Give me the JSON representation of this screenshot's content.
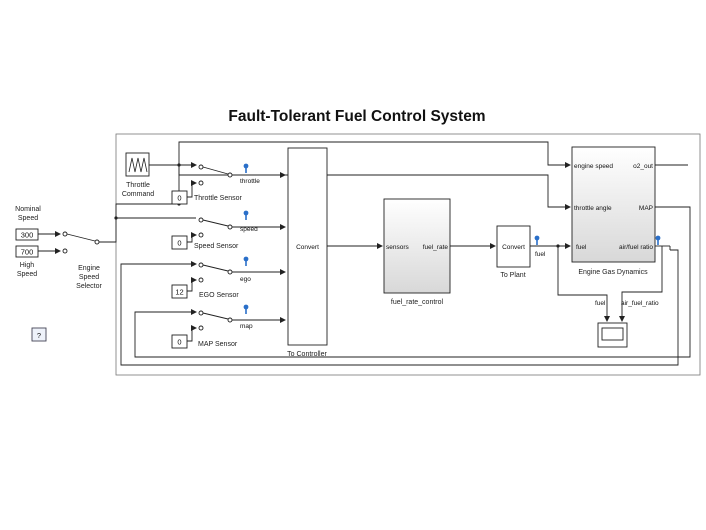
{
  "title": "Fault-Tolerant Fuel Control System",
  "engine_speed": {
    "nominal_label_1": "Nominal",
    "nominal_label_2": "Speed",
    "nominal_value": "300",
    "high_value": "700",
    "high_label_1": "High",
    "high_label_2": "Speed",
    "selector_label_1": "Engine",
    "selector_label_2": "Speed",
    "selector_label_3": "Selector"
  },
  "throttle": {
    "command_label_1": "Throttle",
    "command_label_2": "Command",
    "sensor_value": "0",
    "sensor_label": "Throttle Sensor",
    "signal_label": "throttle"
  },
  "speed_sensor": {
    "value": "0",
    "label": "Speed Sensor",
    "signal_label": "speed"
  },
  "ego_sensor": {
    "value": "12",
    "label": "EGO Sensor",
    "signal_label": "ego"
  },
  "map_sensor": {
    "value": "0",
    "label": "MAP Sensor",
    "signal_label": "map"
  },
  "to_controller": {
    "port": "Convert",
    "label": "To Controller"
  },
  "fuel_rate_control": {
    "port_in": "sensors",
    "port_out": "fuel_rate",
    "label": "fuel_rate_control"
  },
  "to_plant": {
    "port": "Convert",
    "label": "To Plant",
    "signal_label": "fuel"
  },
  "engine_gas_dynamics": {
    "in_engine_speed": "engine speed",
    "out_o2": "o2_out",
    "in_throttle": "throttle angle",
    "out_map": "MAP",
    "in_fuel": "fuel",
    "out_air_fuel": "air/fuel ratio",
    "label": "Engine Gas Dynamics"
  },
  "scope": {
    "fuel_label": "fuel",
    "ratio_label": "air_fuel_ratio"
  },
  "info_button": "?"
}
